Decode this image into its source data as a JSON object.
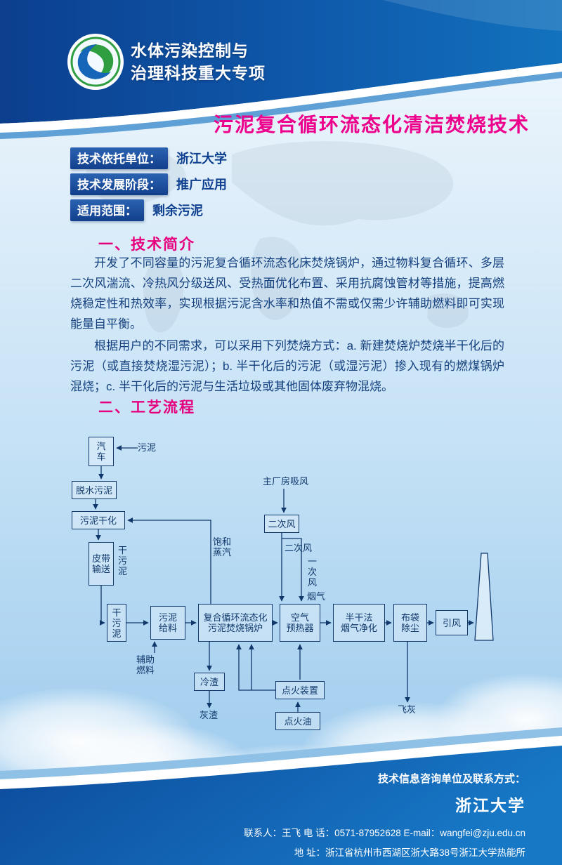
{
  "header": {
    "program_line1": "水体污染控制与",
    "program_line2": "治理科技重大专项"
  },
  "title": "污泥复合循环流态化清洁焚烧技术",
  "info": {
    "row1": {
      "label": "技术依托单位：",
      "value": "浙江大学"
    },
    "row2": {
      "label": "技术发展阶段：",
      "value": "推广应用"
    },
    "row3": {
      "label": "适用范围：",
      "value": "剩余污泥"
    }
  },
  "section_intro": {
    "heading": "一、技术简介",
    "para1": "开发了不同容量的污泥复合循环流态化床焚烧锅炉，通过物料复合循环、多层二次风湍流、冷热风分级送风、受热面优化布置、采用抗腐蚀管材等措施，提高燃烧稳定性和热效率，实现根据污泥含水率和热值不需或仅需少许辅助燃料即可实现能量自平衡。",
    "para2": "根据用户的不同需求，可以采用下列焚烧方式：a. 新建焚烧炉焚烧半干化后的污泥（或直接焚烧湿污泥）；b. 半干化后的污泥（或湿污泥）掺入现有的燃煤锅炉混烧；c. 半干化后的污泥与生活垃圾或其他固体废弃物混烧。"
  },
  "section_process": {
    "heading": "二、工艺流程"
  },
  "flow": {
    "truck": "汽\n车",
    "sludge": "污泥",
    "dewatered": "脱水污泥",
    "drying": "污泥干化",
    "belt": "皮带\n输送",
    "dry_sludge_tag": "干\n污\n泥",
    "dry_sludge": "干\n污\n泥",
    "feeder": "污泥\n给料",
    "boiler": "复合循环流态化\n污泥焚烧锅炉",
    "steam": "饱和\n蒸汽",
    "plant_suction": "主厂房吸风",
    "secondary_fan": "二次风",
    "secondary_air": "二次风",
    "primary_air": "一\n次\n风",
    "flue_gas": "烟气",
    "preheater": "空气\n预热器",
    "semi_dry": "半干法\n烟气净化",
    "baghouse": "布袋\n除尘",
    "induced_draft": "引风",
    "aux_fuel": "辅助\n燃料",
    "cold_slag": "冷渣",
    "ash": "灰渣",
    "ignition_device": "点火装置",
    "ignition_oil": "点火油",
    "fly_ash": "飞灰"
  },
  "footer": {
    "contact_heading": "技术信息咨询单位及联系方式：",
    "org": "浙江大学",
    "contact_line": "联系人：王飞 电 话：0571-87952628 E-mail：wangfei@zju.edu.cn",
    "address_line": "地 址：浙江省杭州市西湖区浙大路38号浙江大学热能所"
  },
  "colors": {
    "accent_pink": "#ec008c",
    "band_blue": "#0d4a9b",
    "label_blue": "#1b4fa0",
    "text_blue": "#16417f"
  }
}
